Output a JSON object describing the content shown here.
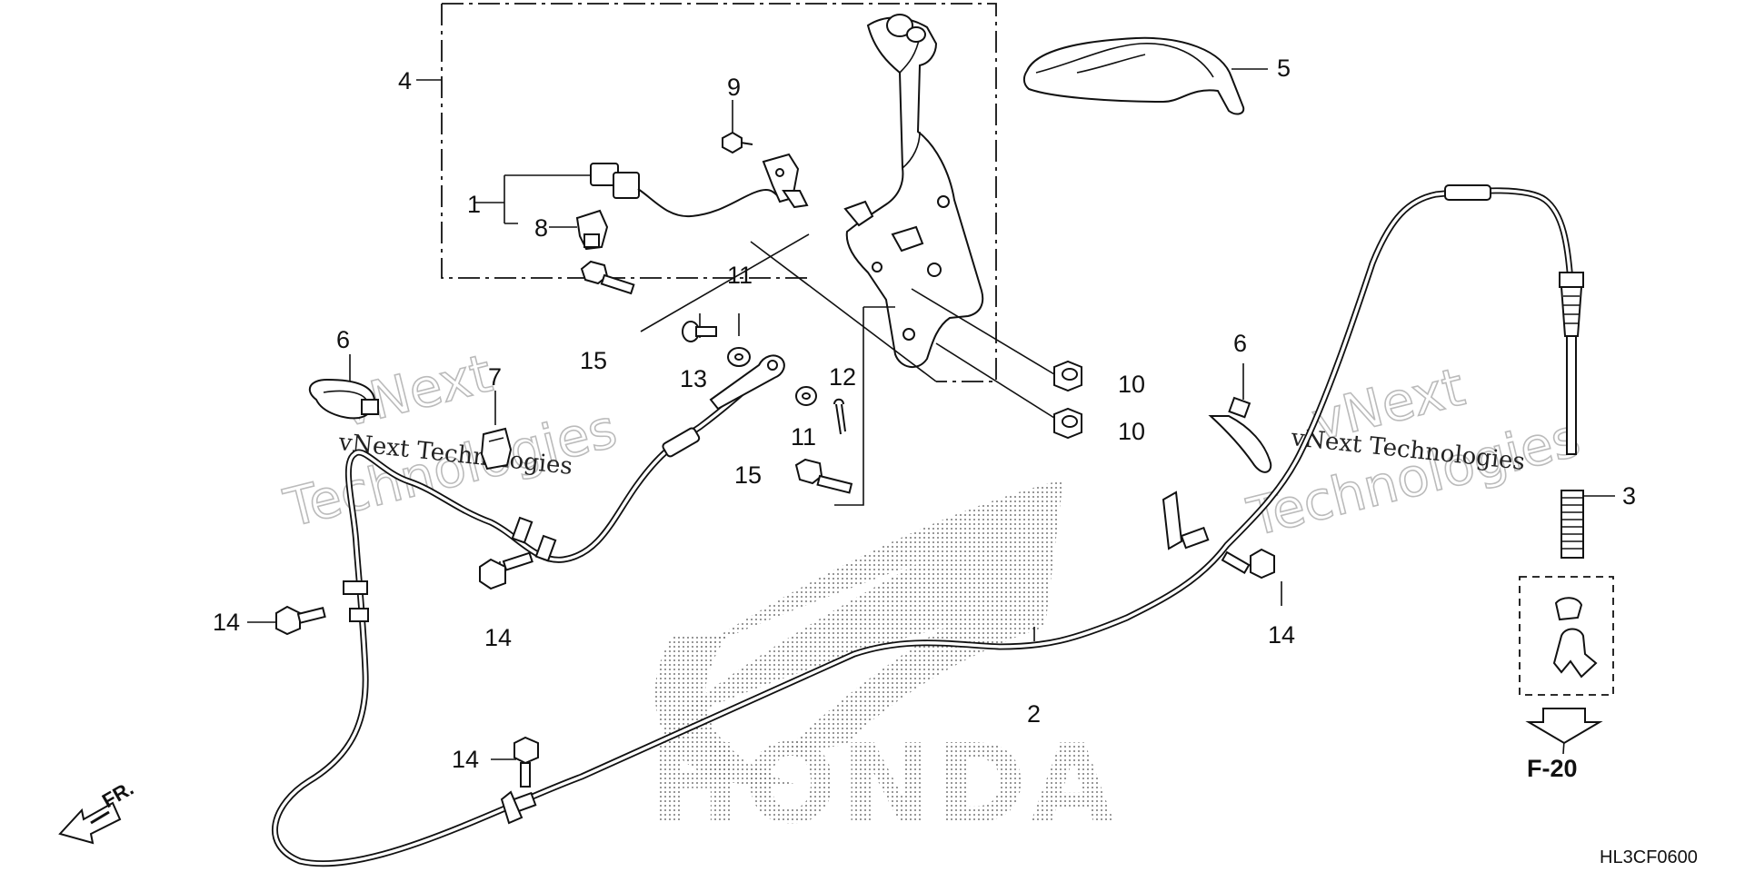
{
  "diagram": {
    "callouts": {
      "n1": "1",
      "n2": "2",
      "n3": "3",
      "n4": "4",
      "n5": "5",
      "n6a": "6",
      "n6b": "6",
      "n7": "7",
      "n8": "8",
      "n9": "9",
      "n10a": "10",
      "n10b": "10",
      "n11a": "11",
      "n11b": "11",
      "n12": "12",
      "n13": "13",
      "n14a": "14",
      "n14b": "14",
      "n14c": "14",
      "n14d": "14",
      "n15a": "15",
      "n15b": "15"
    },
    "reference_label": "F-20",
    "front_label": "FR.",
    "diagram_code": "HL3CF0600",
    "logo_text": "HONDA",
    "watermark": {
      "line1": "vNext Technologies",
      "outline1": "vNext",
      "outline2": "Technologies"
    }
  }
}
